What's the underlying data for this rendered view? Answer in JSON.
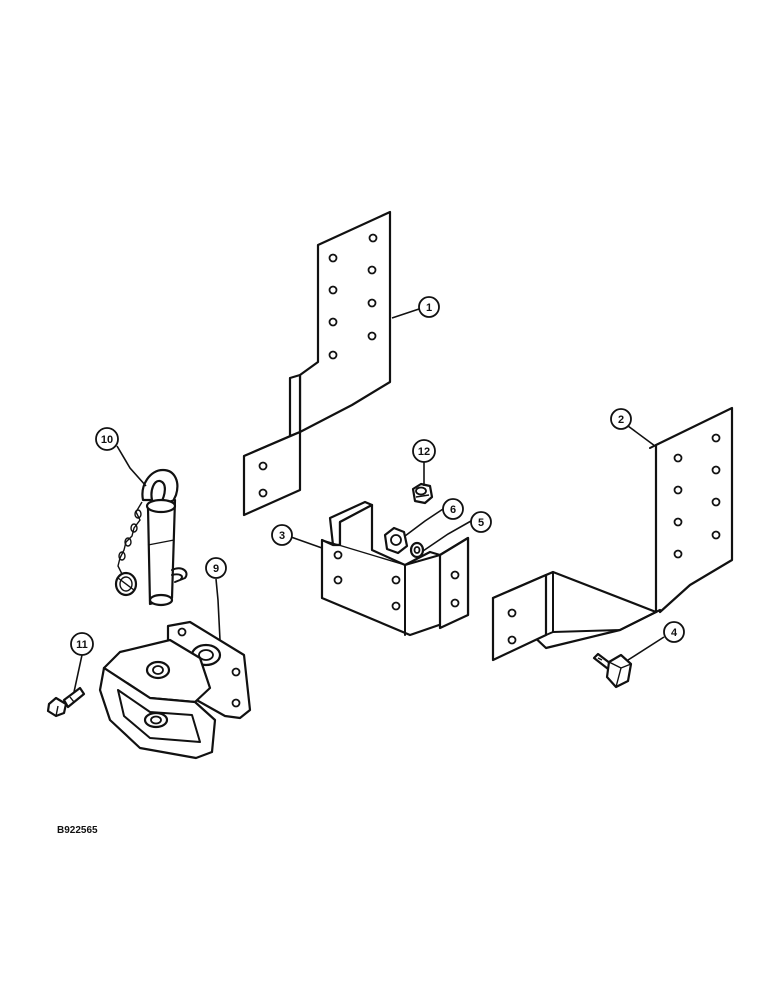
{
  "diagram": {
    "reference_code": "B922565",
    "callouts": [
      {
        "part": "bracket-left",
        "number": "1"
      },
      {
        "part": "bracket-right",
        "number": "2"
      },
      {
        "part": "u-bracket",
        "number": "3"
      },
      {
        "part": "hex-bolt",
        "number": "4"
      },
      {
        "part": "washer",
        "number": "5"
      },
      {
        "part": "nut",
        "number": "6"
      },
      {
        "part": "hitch-body",
        "number": "9"
      },
      {
        "part": "hitch-pin",
        "number": "10"
      },
      {
        "part": "small-bolt",
        "number": "11"
      },
      {
        "part": "lock-nut",
        "number": "12"
      }
    ]
  }
}
